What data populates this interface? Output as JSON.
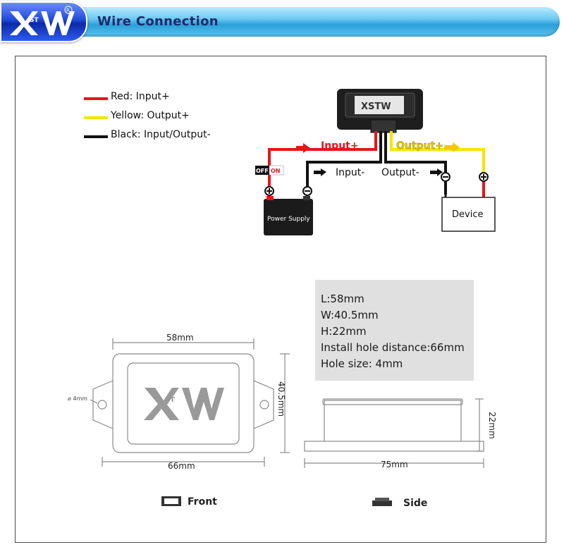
{
  "header": {
    "title": "Wire Connection",
    "brand": "XSTW",
    "registered_mark": "R"
  },
  "legend": [
    {
      "label": "Red: Input+",
      "color": "#e8141c"
    },
    {
      "label": "Yellow: Output+",
      "color": "#f5e400"
    },
    {
      "label": "Black: Input/Output-",
      "color": "#111111"
    }
  ],
  "wiring": {
    "module_logo": "XSTW",
    "input_plus": "Input+",
    "output_plus": "Output+",
    "input_minus": "Input-",
    "output_minus": "Output-",
    "switch_off": "OFF",
    "switch_on": "ON",
    "power_supply": "Power Supply",
    "device": "Device"
  },
  "specs": [
    "L:58mm",
    "W:40.5mm",
    "H:22mm",
    "Install hole distance:66mm",
    "Hole size: 4mm"
  ],
  "front_view": {
    "width_label": "58mm",
    "height_label": "40.5mm",
    "hole_span_label": "66mm",
    "hole_size_label": "⌀ 4mm",
    "logo": "XSTW",
    "caption": "Front"
  },
  "side_view": {
    "length_label": "75mm",
    "height_label": "22mm",
    "caption": "Side"
  },
  "colors": {
    "red": "#e8141c",
    "yellow": "#f5e400",
    "black": "#111111",
    "header_blue": "#2b9fd8",
    "spec_bg": "#e0e0e0"
  }
}
